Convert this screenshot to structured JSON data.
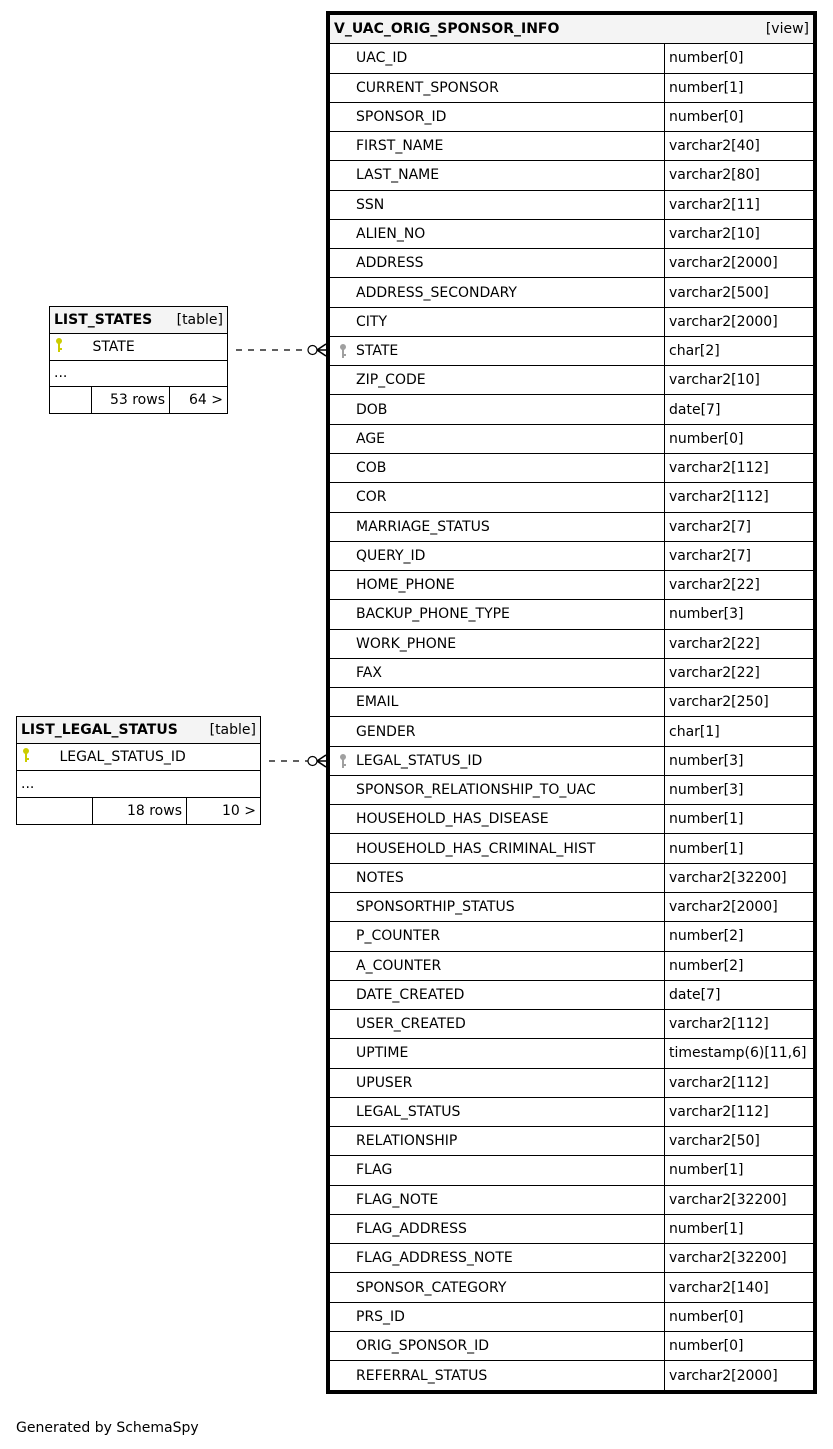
{
  "view": {
    "name": "V_UAC_ORIG_SPONSOR_INFO",
    "kind": "[view]",
    "columns": [
      {
        "name": "UAC_ID",
        "type": "number[0]"
      },
      {
        "name": "CURRENT_SPONSOR",
        "type": "number[1]"
      },
      {
        "name": "SPONSOR_ID",
        "type": "number[0]"
      },
      {
        "name": "FIRST_NAME",
        "type": "varchar2[40]"
      },
      {
        "name": "LAST_NAME",
        "type": "varchar2[80]"
      },
      {
        "name": "SSN",
        "type": "varchar2[11]"
      },
      {
        "name": "ALIEN_NO",
        "type": "varchar2[10]"
      },
      {
        "name": "ADDRESS",
        "type": "varchar2[2000]"
      },
      {
        "name": "ADDRESS_SECONDARY",
        "type": "varchar2[500]"
      },
      {
        "name": "CITY",
        "type": "varchar2[2000]"
      },
      {
        "name": "STATE",
        "type": "char[2]",
        "fk": true
      },
      {
        "name": "ZIP_CODE",
        "type": "varchar2[10]"
      },
      {
        "name": "DOB",
        "type": "date[7]"
      },
      {
        "name": "AGE",
        "type": "number[0]"
      },
      {
        "name": "COB",
        "type": "varchar2[112]"
      },
      {
        "name": "COR",
        "type": "varchar2[112]"
      },
      {
        "name": "MARRIAGE_STATUS",
        "type": "varchar2[7]"
      },
      {
        "name": "QUERY_ID",
        "type": "varchar2[7]"
      },
      {
        "name": "HOME_PHONE",
        "type": "varchar2[22]"
      },
      {
        "name": "BACKUP_PHONE_TYPE",
        "type": "number[3]"
      },
      {
        "name": "WORK_PHONE",
        "type": "varchar2[22]"
      },
      {
        "name": "FAX",
        "type": "varchar2[22]"
      },
      {
        "name": "EMAIL",
        "type": "varchar2[250]"
      },
      {
        "name": "GENDER",
        "type": "char[1]"
      },
      {
        "name": "LEGAL_STATUS_ID",
        "type": "number[3]",
        "fk": true
      },
      {
        "name": "SPONSOR_RELATIONSHIP_TO_UAC",
        "type": "number[3]"
      },
      {
        "name": "HOUSEHOLD_HAS_DISEASE",
        "type": "number[1]"
      },
      {
        "name": "HOUSEHOLD_HAS_CRIMINAL_HIST",
        "type": "number[1]"
      },
      {
        "name": "NOTES",
        "type": "varchar2[32200]"
      },
      {
        "name": "SPONSORTHIP_STATUS",
        "type": "varchar2[2000]"
      },
      {
        "name": "P_COUNTER",
        "type": "number[2]"
      },
      {
        "name": "A_COUNTER",
        "type": "number[2]"
      },
      {
        "name": "DATE_CREATED",
        "type": "date[7]"
      },
      {
        "name": "USER_CREATED",
        "type": "varchar2[112]"
      },
      {
        "name": "UPTIME",
        "type": "timestamp(6)[11,6]"
      },
      {
        "name": "UPUSER",
        "type": "varchar2[112]"
      },
      {
        "name": "LEGAL_STATUS",
        "type": "varchar2[112]"
      },
      {
        "name": "RELATIONSHIP",
        "type": "varchar2[50]"
      },
      {
        "name": "FLAG",
        "type": "number[1]"
      },
      {
        "name": "FLAG_NOTE",
        "type": "varchar2[32200]"
      },
      {
        "name": "FLAG_ADDRESS",
        "type": "number[1]"
      },
      {
        "name": "FLAG_ADDRESS_NOTE",
        "type": "varchar2[32200]"
      },
      {
        "name": "SPONSOR_CATEGORY",
        "type": "varchar2[140]"
      },
      {
        "name": "PRS_ID",
        "type": "number[0]"
      },
      {
        "name": "ORIG_SPONSOR_ID",
        "type": "number[0]"
      },
      {
        "name": "REFERRAL_STATUS",
        "type": "varchar2[2000]"
      }
    ]
  },
  "list_states": {
    "name": "LIST_STATES",
    "kind": "[table]",
    "pk_column": "STATE",
    "ellipsis": "...",
    "rows": "53 rows",
    "children": "64 >"
  },
  "list_legal_status": {
    "name": "LIST_LEGAL_STATUS",
    "kind": "[table]",
    "pk_column": "LEGAL_STATUS_ID",
    "ellipsis": "...",
    "rows": "18 rows",
    "children": "10 >"
  },
  "footer": "Generated by SchemaSpy",
  "colors": {
    "pk_key": "#cccc00",
    "fk_key": "#a0a0a0",
    "header_bg": "#f4f4f4"
  }
}
